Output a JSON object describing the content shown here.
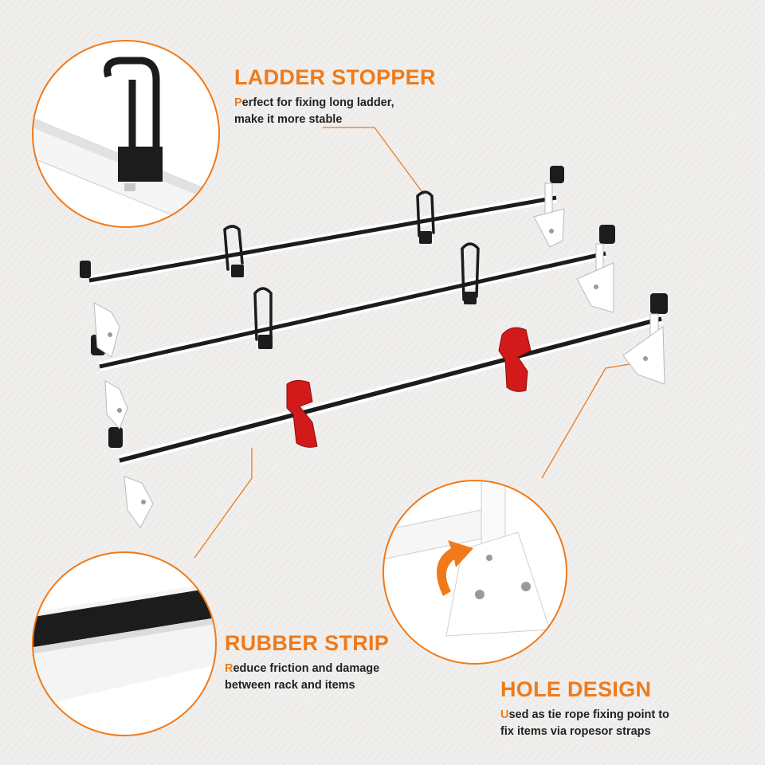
{
  "callouts": {
    "ladder_stopper": {
      "title": "LADDER STOPPER",
      "first_letter": "P",
      "line1_rest": "erfect for fixing long ladder,",
      "line2": "make it more stable"
    },
    "rubber_strip": {
      "title": "RUBBER STRIP",
      "first_letter": "R",
      "line1_rest": "educe friction and damage",
      "line2": "between rack and items"
    },
    "hole_design": {
      "title": "HOLE DESIGN",
      "first_letter": "U",
      "line1_rest": "sed as tie rope fixing point to",
      "line2": "fix items via ropesor straps"
    }
  },
  "colors": {
    "accent": "#f07a1a",
    "text": "#222222",
    "clamp_red": "#d21a1a",
    "bar_black": "#1c1c1c",
    "bracket_white": "#ffffff"
  },
  "icons": [
    "ladder-stopper-hook-icon",
    "rubber-clamp-icon",
    "curved-arrow-icon"
  ]
}
